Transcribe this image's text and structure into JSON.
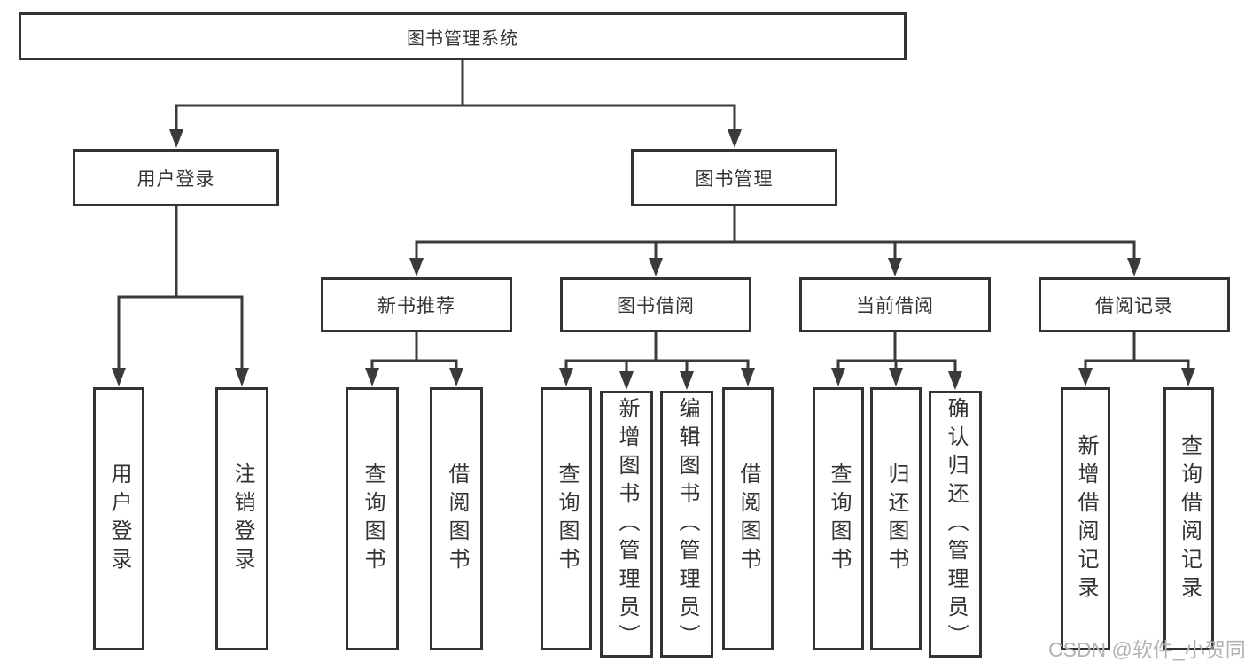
{
  "colors": {
    "line": "#3a3a3a",
    "box_border": "#333333",
    "text": "#333333",
    "watermark": "#b3b3b3",
    "background": "#ffffff"
  },
  "watermark": "CSDN @软件_小贺同学",
  "tree": {
    "label": "图书管理系统",
    "children": [
      {
        "label": "用户登录",
        "children": [
          {
            "label": "用户登录"
          },
          {
            "label": "注销登录"
          }
        ]
      },
      {
        "label": "图书管理",
        "children": [
          {
            "label": "新书推荐",
            "children": [
              {
                "label": "查询图书"
              },
              {
                "label": "借阅图书"
              }
            ]
          },
          {
            "label": "图书借阅",
            "children": [
              {
                "label": "查询图书"
              },
              {
                "label": "新增图书（管理员）"
              },
              {
                "label": "编辑图书（管理员）"
              },
              {
                "label": "借阅图书"
              }
            ]
          },
          {
            "label": "当前借阅",
            "children": [
              {
                "label": "查询图书"
              },
              {
                "label": "归还图书"
              },
              {
                "label": "确认归还（管理员）"
              }
            ]
          },
          {
            "label": "借阅记录",
            "children": [
              {
                "label": "新增借阅记录"
              },
              {
                "label": "查询借阅记录"
              }
            ]
          }
        ]
      }
    ]
  }
}
